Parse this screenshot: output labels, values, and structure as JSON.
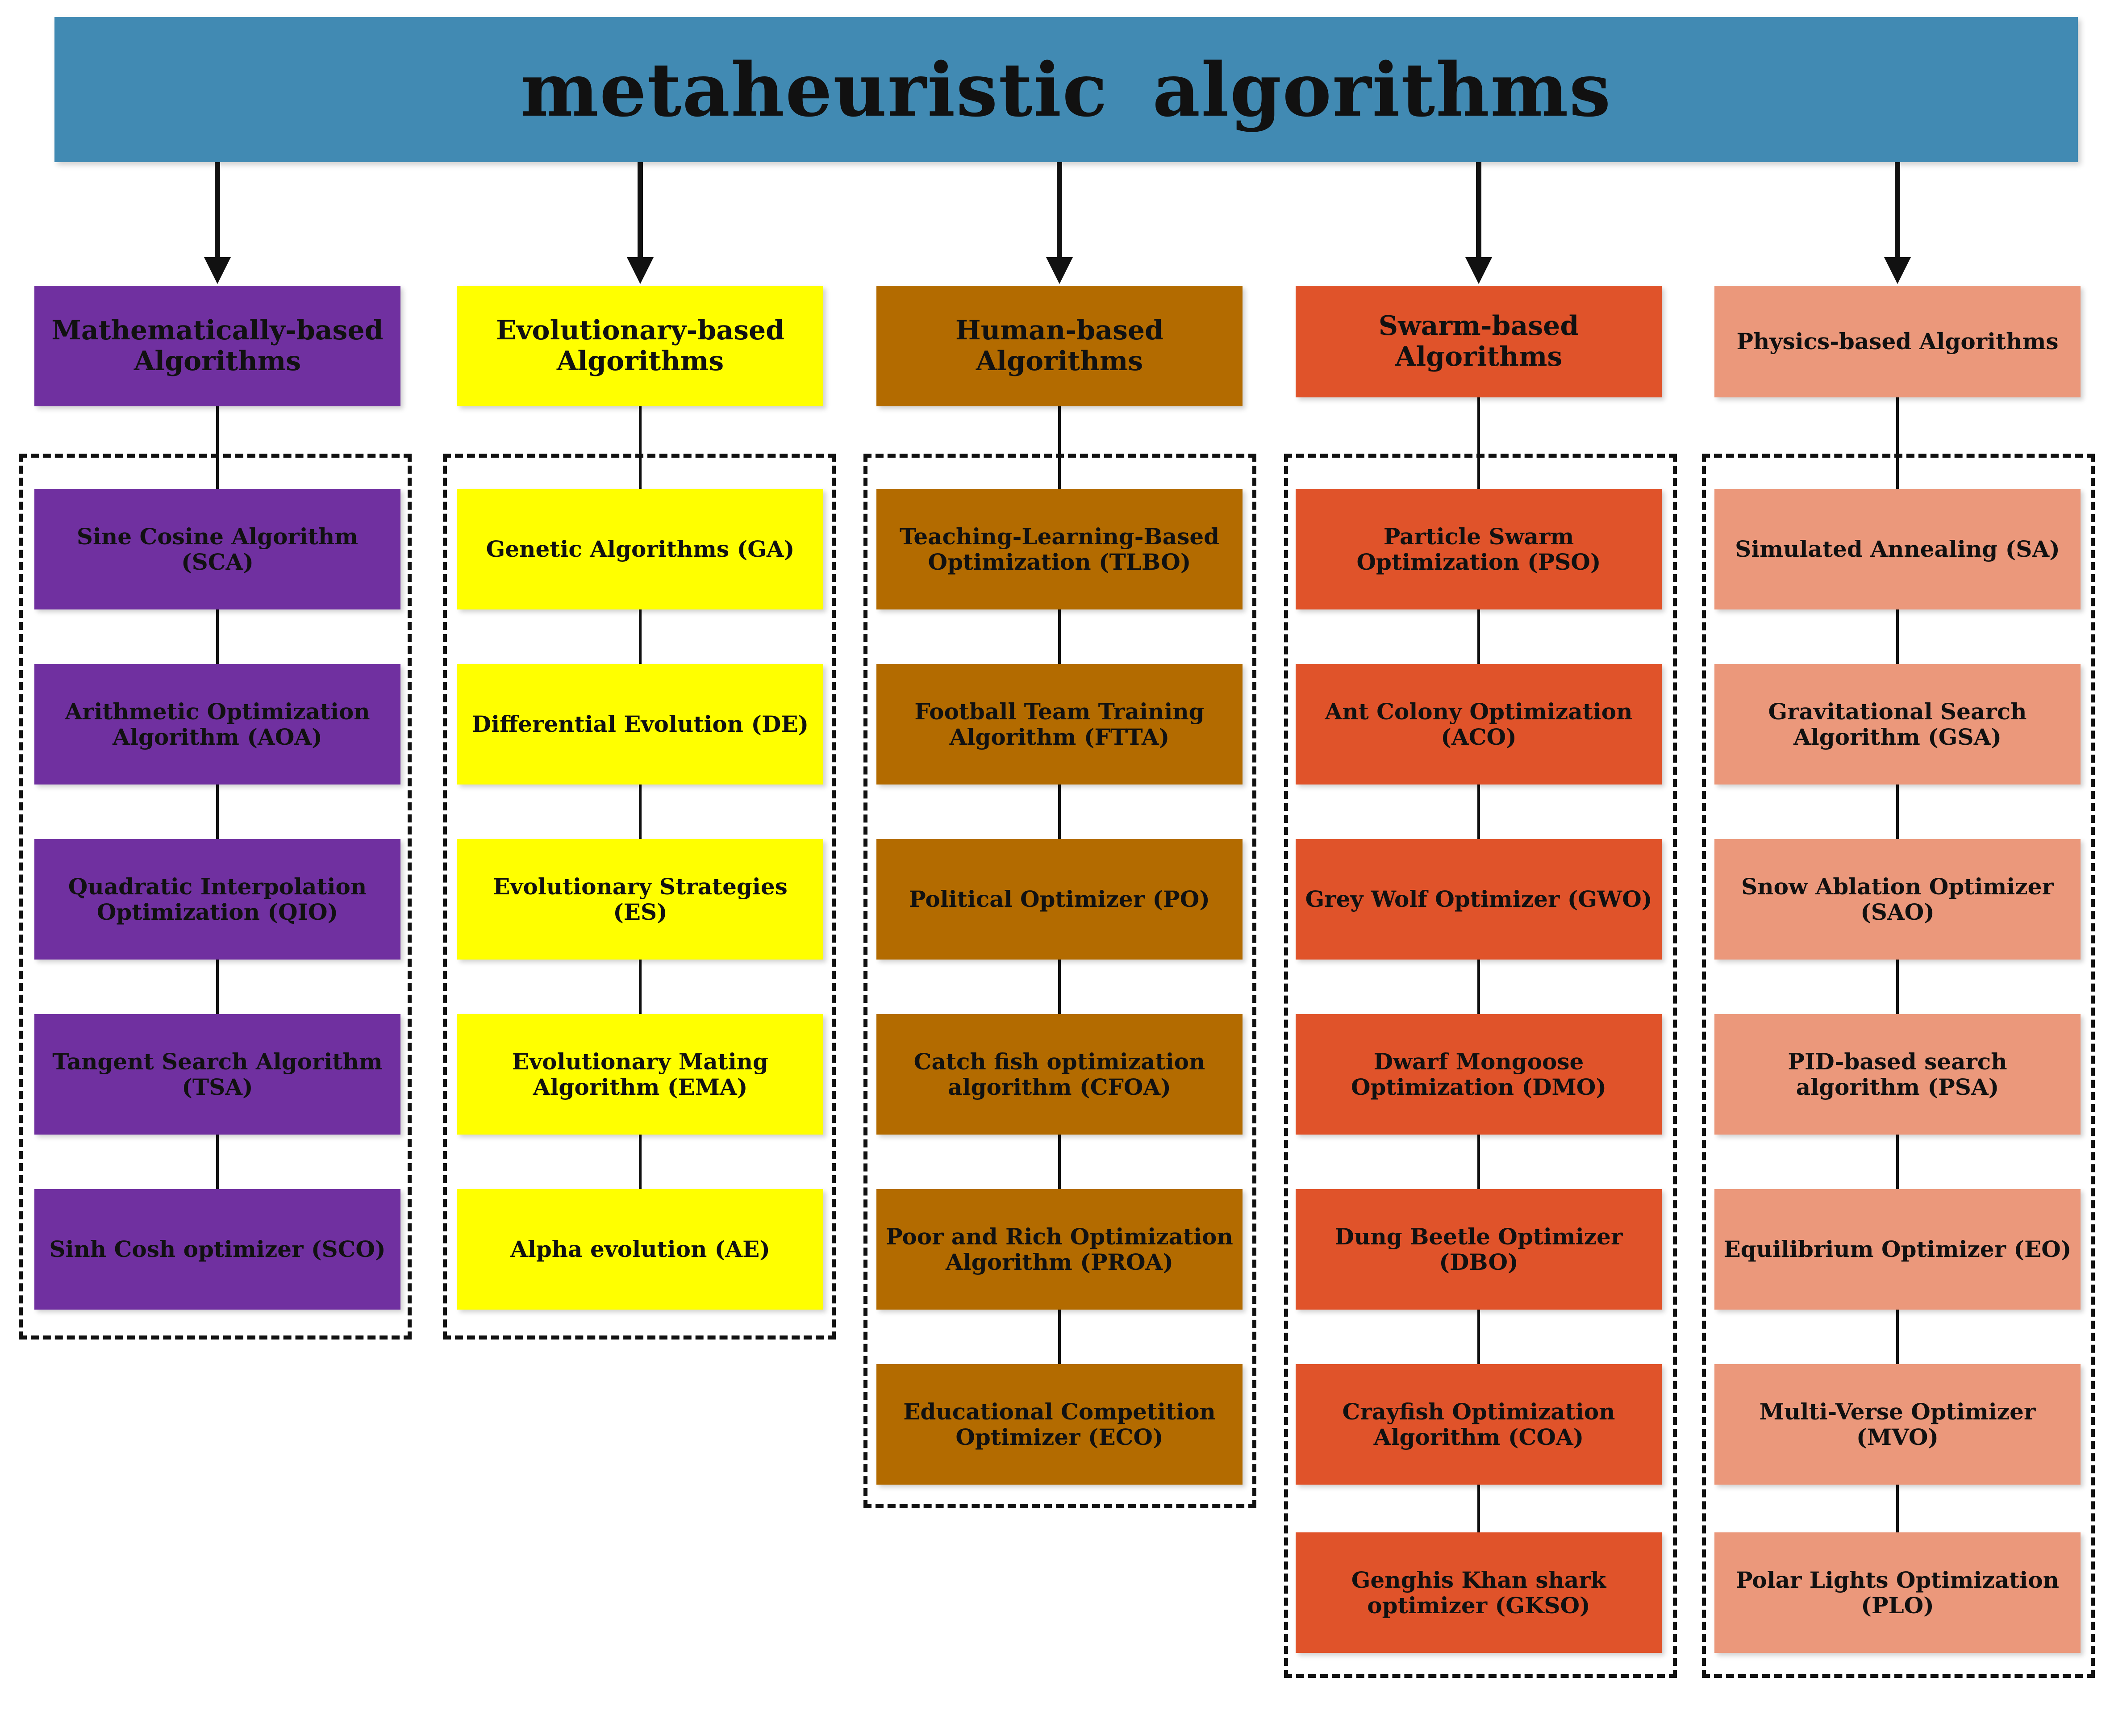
{
  "title": "metaheuristic  algorithms",
  "columns": [
    {
      "category": "Mathematically-based Algorithms",
      "color": "#7030a0",
      "items": [
        "Sine Cosine Algorithm (SCA)",
        "Arithmetic Optimization Algorithm (AOA)",
        "Quadratic Interpolation Optimization (QIO)",
        "Tangent Search Algorithm (TSA)",
        "Sinh Cosh optimizer (SCO)"
      ]
    },
    {
      "category": "Evolutionary-based Algorithms",
      "color": "#ffff00",
      "items": [
        "Genetic Algorithms (GA)",
        "Differential Evolution (DE)",
        "Evolutionary Strategies (ES)",
        "Evolutionary Mating Algorithm (EMA)",
        "Alpha evolution (AE)"
      ]
    },
    {
      "category": "Human-based Algorithms",
      "color": "#b36b00",
      "items": [
        "Teaching-Learning-Based Optimization (TLBO)",
        "Football Team Training Algorithm (FTTA)",
        "Political Optimizer (PO)",
        "Catch fish optimization algorithm (CFOA)",
        "Poor and Rich Optimization Algorithm (PROA)",
        "Educational Competition Optimizer (ECO)"
      ]
    },
    {
      "category": "Swarm-based Algorithms",
      "color": "#e0532a",
      "items": [
        "Particle Swarm Optimization (PSO)",
        "Ant Colony Optimization (ACO)",
        "Grey Wolf Optimizer (GWO)",
        "Dwarf Mongoose Optimization (DMO)",
        "Dung Beetle Optimizer (DBO)",
        "Crayfish Optimization Algorithm (COA)",
        "Genghis Khan shark optimizer (GKSO)"
      ]
    },
    {
      "category": "Physics-based Algorithms",
      "color": "#eb987b",
      "items": [
        "Simulated Annealing (SA)",
        "Gravitational Search Algorithm (GSA)",
        "Snow Ablation Optimizer (SAO)",
        "PID-based search algorithm (PSA)",
        "Equilibrium Optimizer (EO)",
        "Multi-Verse Optimizer (MVO)",
        "Polar Lights Optimization (PLO)"
      ]
    }
  ]
}
